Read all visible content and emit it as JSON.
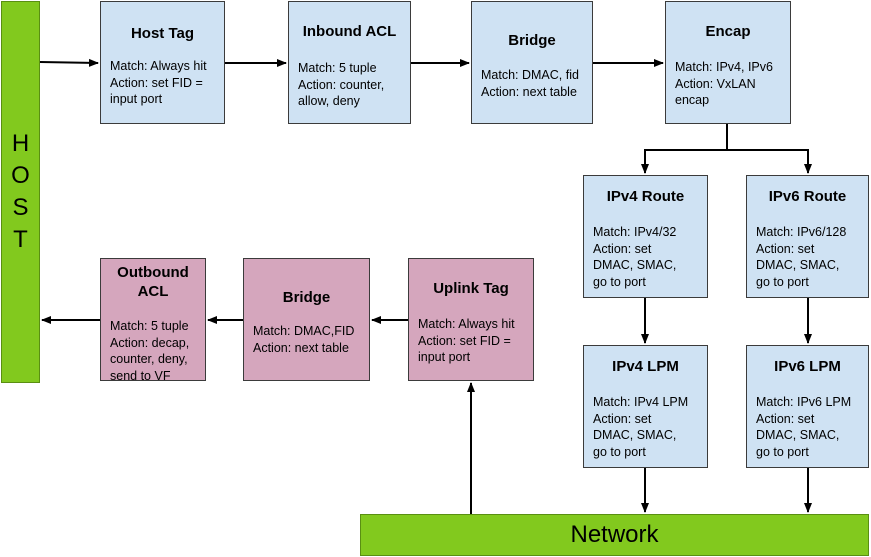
{
  "host": {
    "letters": [
      "H",
      "O",
      "S",
      "T"
    ]
  },
  "network": {
    "label": "Network"
  },
  "boxes": {
    "host_tag": {
      "title": "Host Tag",
      "body": "Match: Always hit\nAction: set FID =\ninput port"
    },
    "inbound_acl": {
      "title": "Inbound ACL",
      "body": "Match: 5 tuple\nAction: counter,\nallow, deny"
    },
    "bridge_top": {
      "title": "Bridge",
      "body": "Match: DMAC, fid\nAction: next table"
    },
    "encap": {
      "title": "Encap",
      "body": "Match: IPv4, IPv6\nAction: VxLAN\nencap"
    },
    "ipv4_route": {
      "title": "IPv4 Route",
      "body": "Match: IPv4/32\nAction: set\nDMAC, SMAC,\ngo to port"
    },
    "ipv6_route": {
      "title": "IPv6 Route",
      "body": "Match: IPv6/128\nAction: set\nDMAC, SMAC,\ngo to port"
    },
    "ipv4_lpm": {
      "title": "IPv4 LPM",
      "body": "Match: IPv4 LPM\nAction: set\nDMAC, SMAC,\ngo to port"
    },
    "ipv6_lpm": {
      "title": "IPv6 LPM",
      "body": "Match: IPv6 LPM\nAction: set\nDMAC, SMAC,\ngo to port"
    },
    "outbound_acl": {
      "title": "Outbound\nACL",
      "body": "Match: 5 tuple\nAction: decap,\ncounter, deny,\nsend to VF"
    },
    "bridge_bottom": {
      "title": "Bridge",
      "body": "Match: DMAC,FID\nAction: next table"
    },
    "uplink_tag": {
      "title": "Uplink Tag",
      "body": "Match: Always hit\nAction: set FID =\ninput port"
    }
  },
  "colors": {
    "green": "#82c91e",
    "blue_box": "#cfe2f3",
    "pink_box": "#d5a6bd",
    "arrow": "#000000"
  }
}
